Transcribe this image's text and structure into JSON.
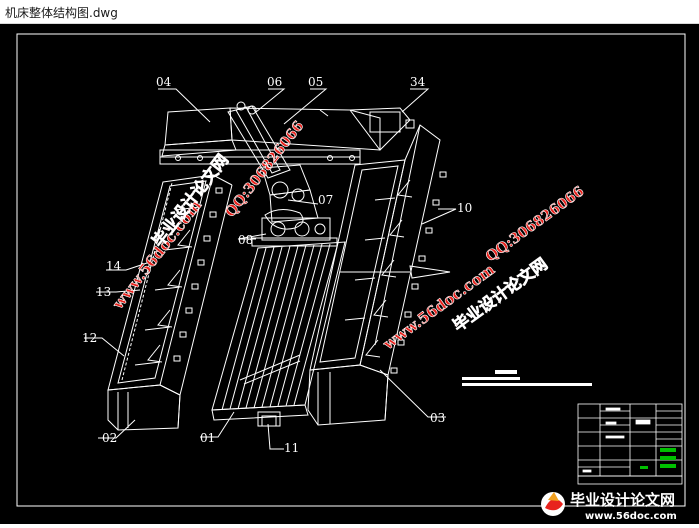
{
  "window": {
    "title": "机床整体结构图.dwg"
  },
  "colors": {
    "canvas": "#000000",
    "line": "#ffffff",
    "watermark": "#e8231e",
    "title_block_green": "#00c000"
  },
  "callouts": {
    "c04": "04",
    "c06": "06",
    "c05": "05",
    "c34": "34",
    "c07": "07",
    "c10": "10",
    "c08": "08",
    "c14": "14",
    "c13": "13",
    "c12": "12",
    "c03": "03",
    "c02": "02",
    "c01": "01",
    "c11": "11"
  },
  "watermarks": {
    "site": "www.56doc.com",
    "qq": "QQ:306826066",
    "brand": "毕业设计论文网"
  },
  "brand_logo": {
    "name": "毕业设计论文网",
    "url": "www.56doc.com"
  }
}
